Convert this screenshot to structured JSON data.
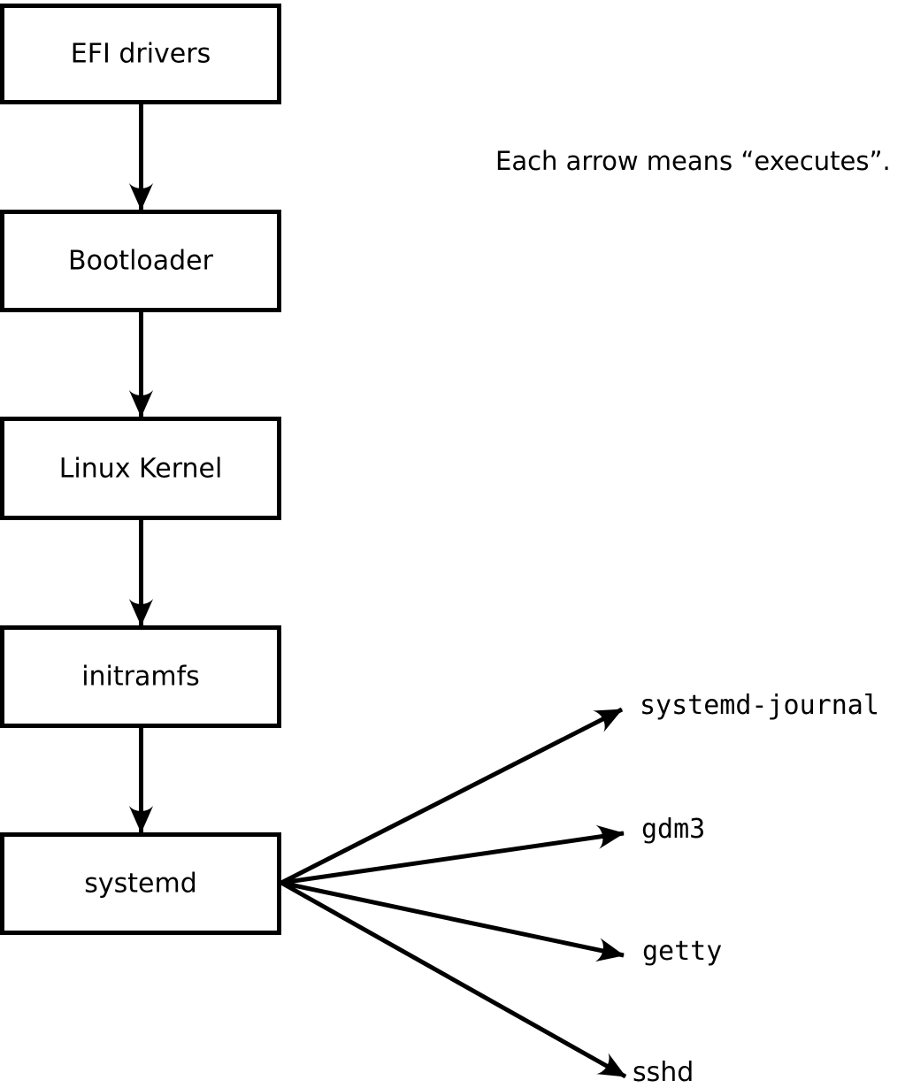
{
  "colors": {
    "ink": "#000000",
    "paper": "#ffffff",
    "box_fill": "#ffffff"
  },
  "annotation": {
    "text": "Each arrow means “executes”."
  },
  "chain": [
    {
      "label": "EFI drivers"
    },
    {
      "label": "Bootloader"
    },
    {
      "label": "Linux Kernel"
    },
    {
      "label": "initramfs"
    },
    {
      "label": "systemd"
    }
  ],
  "services": [
    {
      "label": "systemd-journal"
    },
    {
      "label": "gdm3"
    },
    {
      "label": "getty"
    },
    {
      "label": "sshd"
    }
  ]
}
